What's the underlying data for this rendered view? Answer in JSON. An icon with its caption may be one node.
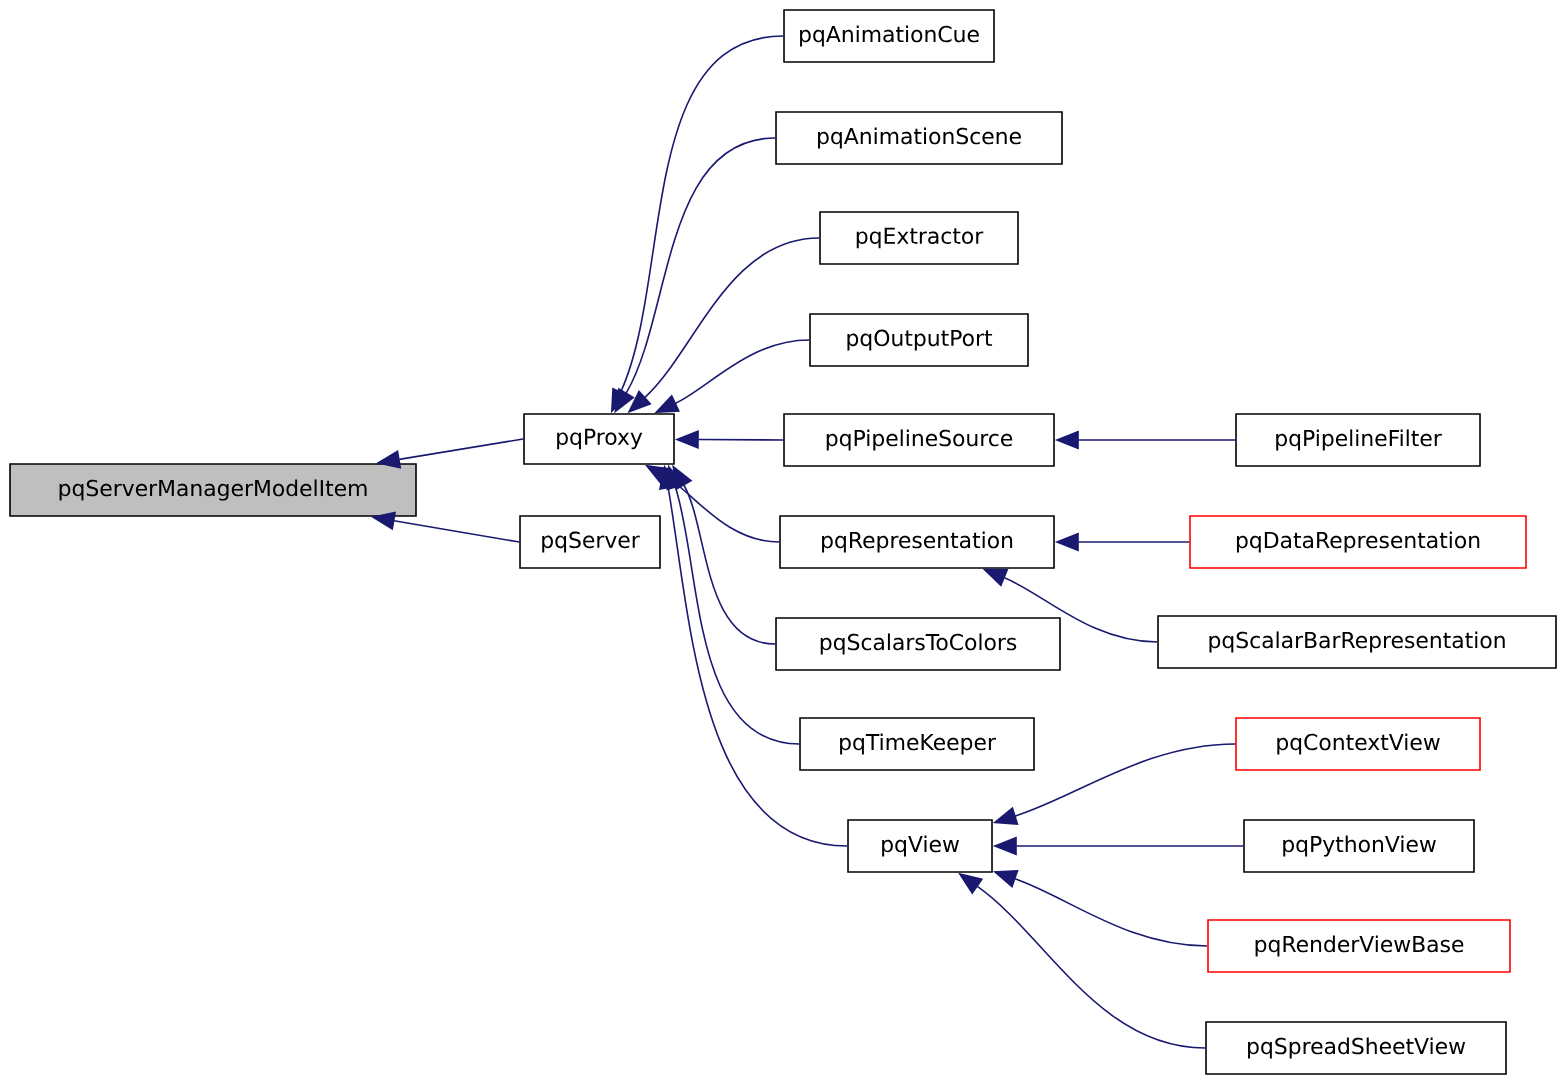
{
  "diagram": {
    "nodes": [
      {
        "text": [
          "pqServerManagerModelItem"
        ]
      },
      {
        "text": [
          "pqProxy"
        ]
      },
      {
        "text": [
          "pqServer"
        ]
      },
      {
        "text": [
          "pqAnimationCue"
        ]
      },
      {
        "text": [
          "pqAnimationScene"
        ]
      },
      {
        "text": [
          "pqExtractor"
        ]
      },
      {
        "text": [
          "pqOutputPort"
        ]
      },
      {
        "text": [
          "pqPipelineSource"
        ]
      },
      {
        "text": [
          "pqPipelineFilter"
        ]
      },
      {
        "text": [
          "pqRepresentation"
        ]
      },
      {
        "text": [
          "pqDataRepresentation"
        ]
      },
      {
        "text": [
          "pqScalarBarRepresentation"
        ]
      },
      {
        "text": [
          "pqScalarsToColors"
        ]
      },
      {
        "text": [
          "pqTimeKeeper"
        ]
      },
      {
        "text": [
          "pqView"
        ]
      },
      {
        "text": [
          "pqContextView"
        ]
      },
      {
        "text": [
          "pqPythonView"
        ]
      },
      {
        "text": [
          "pqRenderViewBase"
        ]
      },
      {
        "text": [
          "pqSpreadSheetView"
        ]
      }
    ],
    "edges": [
      {
        "from": 1,
        "to": 0,
        "arrow": "to",
        "color": "#191970"
      },
      {
        "from": 2,
        "to": 0,
        "arrow": "to",
        "color": "#191970"
      },
      {
        "from": 3,
        "to": 1,
        "arrow": "to",
        "color": "#191970"
      },
      {
        "from": 4,
        "to": 1,
        "arrow": "to",
        "color": "#191970"
      },
      {
        "from": 5,
        "to": 1,
        "arrow": "to",
        "color": "#191970"
      },
      {
        "from": 6,
        "to": 1,
        "arrow": "to",
        "color": "#191970"
      },
      {
        "from": 7,
        "to": 1,
        "arrow": "to",
        "color": "#191970"
      },
      {
        "from": 9,
        "to": 1,
        "arrow": "to",
        "color": "#191970"
      },
      {
        "from": 12,
        "to": 1,
        "arrow": "to",
        "color": "#191970"
      },
      {
        "from": 13,
        "to": 1,
        "arrow": "to",
        "color": "#191970"
      },
      {
        "from": 14,
        "to": 1,
        "arrow": "to",
        "color": "#191970"
      },
      {
        "from": 8,
        "to": 7,
        "arrow": "to",
        "color": "#191970"
      },
      {
        "from": 10,
        "to": 9,
        "arrow": "to",
        "color": "#191970"
      },
      {
        "from": 11,
        "to": 9,
        "arrow": "to",
        "color": "#191970"
      },
      {
        "from": 15,
        "to": 14,
        "arrow": "to",
        "color": "#191970"
      },
      {
        "from": 16,
        "to": 14,
        "arrow": "to",
        "color": "#191970"
      },
      {
        "from": 17,
        "to": 14,
        "arrow": "to",
        "color": "#191970"
      },
      {
        "from": 18,
        "to": 14,
        "arrow": "to",
        "color": "#191970"
      }
    ]
  }
}
